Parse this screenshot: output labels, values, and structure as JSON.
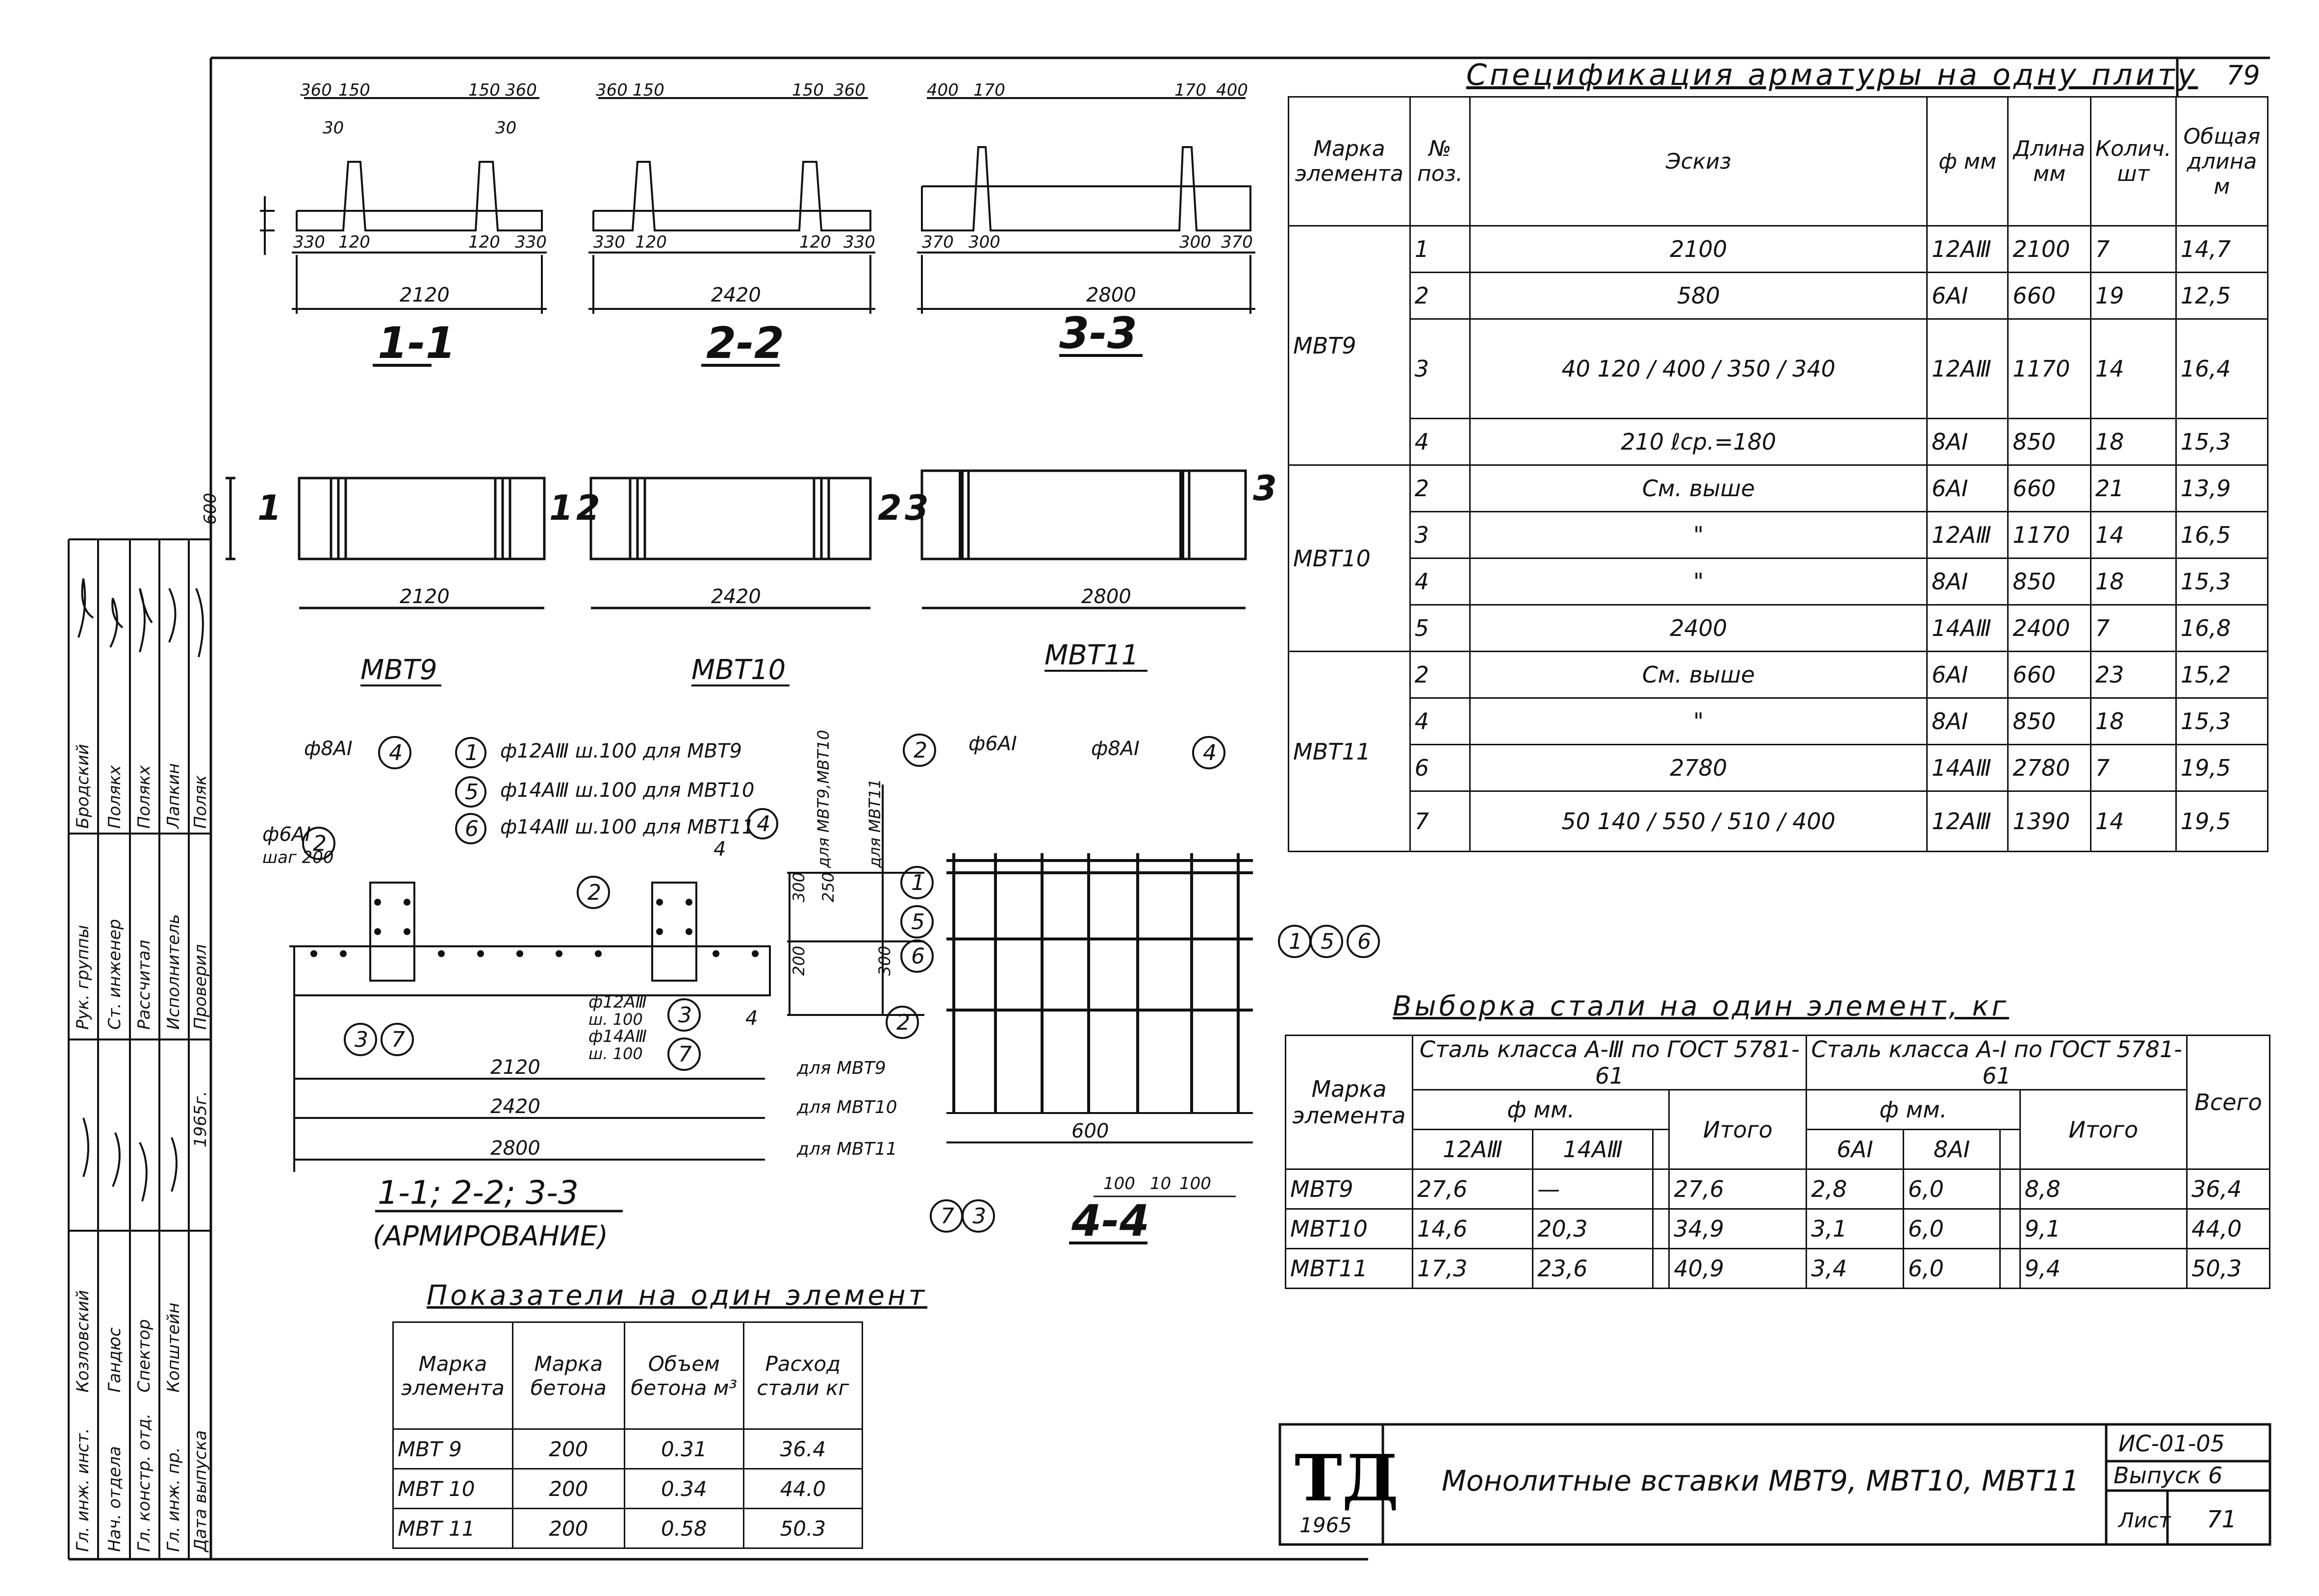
{
  "sheet_number_top": "79",
  "sections": {
    "s1_title": "1-1",
    "s2_title": "2-2",
    "s3_title": "3-3",
    "s4_title": "4-4",
    "reinf_title": "1-1; 2-2; 3-3",
    "reinf_subtitle": "(АРМИРОВАНИЕ)"
  },
  "dims": {
    "d360": "360",
    "d150": "150",
    "d30": "30",
    "d330": "330",
    "d120": "120",
    "d400": "400",
    "d170": "170",
    "d370": "370",
    "d300": "300",
    "d250": "250",
    "d200": "200",
    "d2120": "2120",
    "d2420": "2420",
    "d2800": "2800",
    "d600": "600",
    "d100": "100",
    "d10": "10",
    "d1_120": "1",
    "d2_2": "2",
    "d3_3": "3"
  },
  "plan_labels": {
    "mbt9": "МВТ9",
    "mbt10": "МВТ10",
    "mbt11": "МВТ11"
  },
  "callouts": {
    "c1": "ф12АⅢ ш.100 для МВТ9",
    "c5": "ф14АⅢ ш.100 для МВТ10",
    "c6": "ф14АⅢ ш.100 для МВТ11",
    "c8": "ф8АI",
    "c6a": "ф6АI",
    "c6a_step": "шаг 200",
    "c12": "ф12АⅢ",
    "c12_step": "ш. 100",
    "c14": "ф14АⅢ",
    "c14_step": "ш. 100",
    "for_mbt9": "для МВТ9",
    "for_mbt10": "для МВТ10",
    "for_mbt11": "для МВТ11",
    "vert_mbt9_10": "для МВТ9,МВТ10",
    "vert_mbt11": "для МВТ11",
    "cut_4": "4"
  },
  "spec": {
    "title": "Спецификация арматуры на одну плиту",
    "headers": {
      "mark": "Марка элемента",
      "pos": "№ поз.",
      "sketch": "Эскиз",
      "dia": "ф мм",
      "len": "Длина мм",
      "qty": "Колич. шт",
      "total": "Общая длина м"
    },
    "groups": [
      {
        "mark": "МВТ9",
        "rows": [
          {
            "pos": "1",
            "sketch": "2100",
            "dia": "12АⅢ",
            "len": "2100",
            "qty": "7",
            "total": "14,7"
          },
          {
            "pos": "2",
            "sketch": "580",
            "dia": "6АI",
            "len": "660",
            "qty": "19",
            "total": "12,5"
          },
          {
            "pos": "3",
            "sketch": "40 120 / 400 / 350 / 340",
            "dia": "12АⅢ",
            "len": "1170",
            "qty": "14",
            "total": "16,4"
          },
          {
            "pos": "4",
            "sketch": "210  ℓср.=180",
            "dia": "8АI",
            "len": "850",
            "qty": "18",
            "total": "15,3"
          }
        ]
      },
      {
        "mark": "МВТ10",
        "rows": [
          {
            "pos": "2",
            "sketch": "См. выше",
            "dia": "6АI",
            "len": "660",
            "qty": "21",
            "total": "13,9"
          },
          {
            "pos": "3",
            "sketch": "\"",
            "dia": "12АⅢ",
            "len": "1170",
            "qty": "14",
            "total": "16,5"
          },
          {
            "pos": "4",
            "sketch": "\"",
            "dia": "8АI",
            "len": "850",
            "qty": "18",
            "total": "15,3"
          },
          {
            "pos": "5",
            "sketch": "2400",
            "dia": "14АⅢ",
            "len": "2400",
            "qty": "7",
            "total": "16,8"
          }
        ]
      },
      {
        "mark": "МВТ11",
        "rows": [
          {
            "pos": "2",
            "sketch": "См. выше",
            "dia": "6АI",
            "len": "660",
            "qty": "23",
            "total": "15,2"
          },
          {
            "pos": "4",
            "sketch": "\"",
            "dia": "8АI",
            "len": "850",
            "qty": "18",
            "total": "15,3"
          },
          {
            "pos": "6",
            "sketch": "2780",
            "dia": "14АⅢ",
            "len": "2780",
            "qty": "7",
            "total": "19,5"
          },
          {
            "pos": "7",
            "sketch": "50 140 / 550 / 510 / 400",
            "dia": "12АⅢ",
            "len": "1390",
            "qty": "14",
            "total": "19,5"
          }
        ]
      }
    ]
  },
  "steel": {
    "title": "Выборка стали на один элемент, кг",
    "h_mark": "Марка элемента",
    "h_a3": "Сталь класса А-Ⅲ по ГОСТ 5781-61",
    "h_a1": "Сталь класса А-I по ГОСТ 5781-61",
    "h_dia": "ф мм.",
    "h_d12": "12АⅢ",
    "h_d14": "14АⅢ",
    "h_total": "Итого",
    "h_d6": "6АI",
    "h_d8": "8АI",
    "h_total2": "Итого",
    "h_all": "Всего",
    "rows": [
      {
        "mark": "МВТ9",
        "d12": "27,6",
        "d14": "—",
        "t1": "27,6",
        "d6": "2,8",
        "d8": "6,0",
        "t2": "8,8",
        "all": "36,4"
      },
      {
        "mark": "МВТ10",
        "d12": "14,6",
        "d14": "20,3",
        "t1": "34,9",
        "d6": "3,1",
        "d8": "6,0",
        "t2": "9,1",
        "all": "44,0"
      },
      {
        "mark": "МВТ11",
        "d12": "17,3",
        "d14": "23,6",
        "t1": "40,9",
        "d6": "3,4",
        "d8": "6,0",
        "t2": "9,4",
        "all": "50,3"
      }
    ]
  },
  "indicators": {
    "title": "Показатели на один элемент",
    "h_mark": "Марка элемента",
    "h_concrete": "Марка бетона",
    "h_volume": "Объем бетона м³",
    "h_steel": "Расход стали кг",
    "rows": [
      {
        "mark": "МВТ 9",
        "concrete": "200",
        "volume": "0.31",
        "steel": "36.4"
      },
      {
        "mark": "МВТ 10",
        "concrete": "200",
        "volume": "0.34",
        "steel": "44.0"
      },
      {
        "mark": "МВТ 11",
        "concrete": "200",
        "volume": "0.58",
        "steel": "50.3"
      }
    ]
  },
  "stamp": {
    "logo": "ТД",
    "year": "1965",
    "title": "Монолитные вставки МВТ9, МВТ10, МВТ11",
    "code": "ИС-01-05",
    "issue": "Выпуск 6",
    "sheet_label": "Лист",
    "sheet_no": "71"
  },
  "signatures": {
    "col1": [
      "Гл. инж. инст.",
      "Нач. отдела",
      "Гл. констр. отд.",
      "Гл. инж. пр.",
      "Дата выпуска"
    ],
    "col2": [
      "Козловский",
      "Гандюс",
      "Спектор",
      "Копштейн",
      "1965г."
    ],
    "col3": [
      "Рук. группы",
      "Ст. инженер",
      "Рассчитал",
      "Исполнитель",
      "Проверил"
    ],
    "col4": [
      "Бродский",
      "Полякх",
      "Полякх",
      "Лапкин",
      "Поляк"
    ]
  }
}
